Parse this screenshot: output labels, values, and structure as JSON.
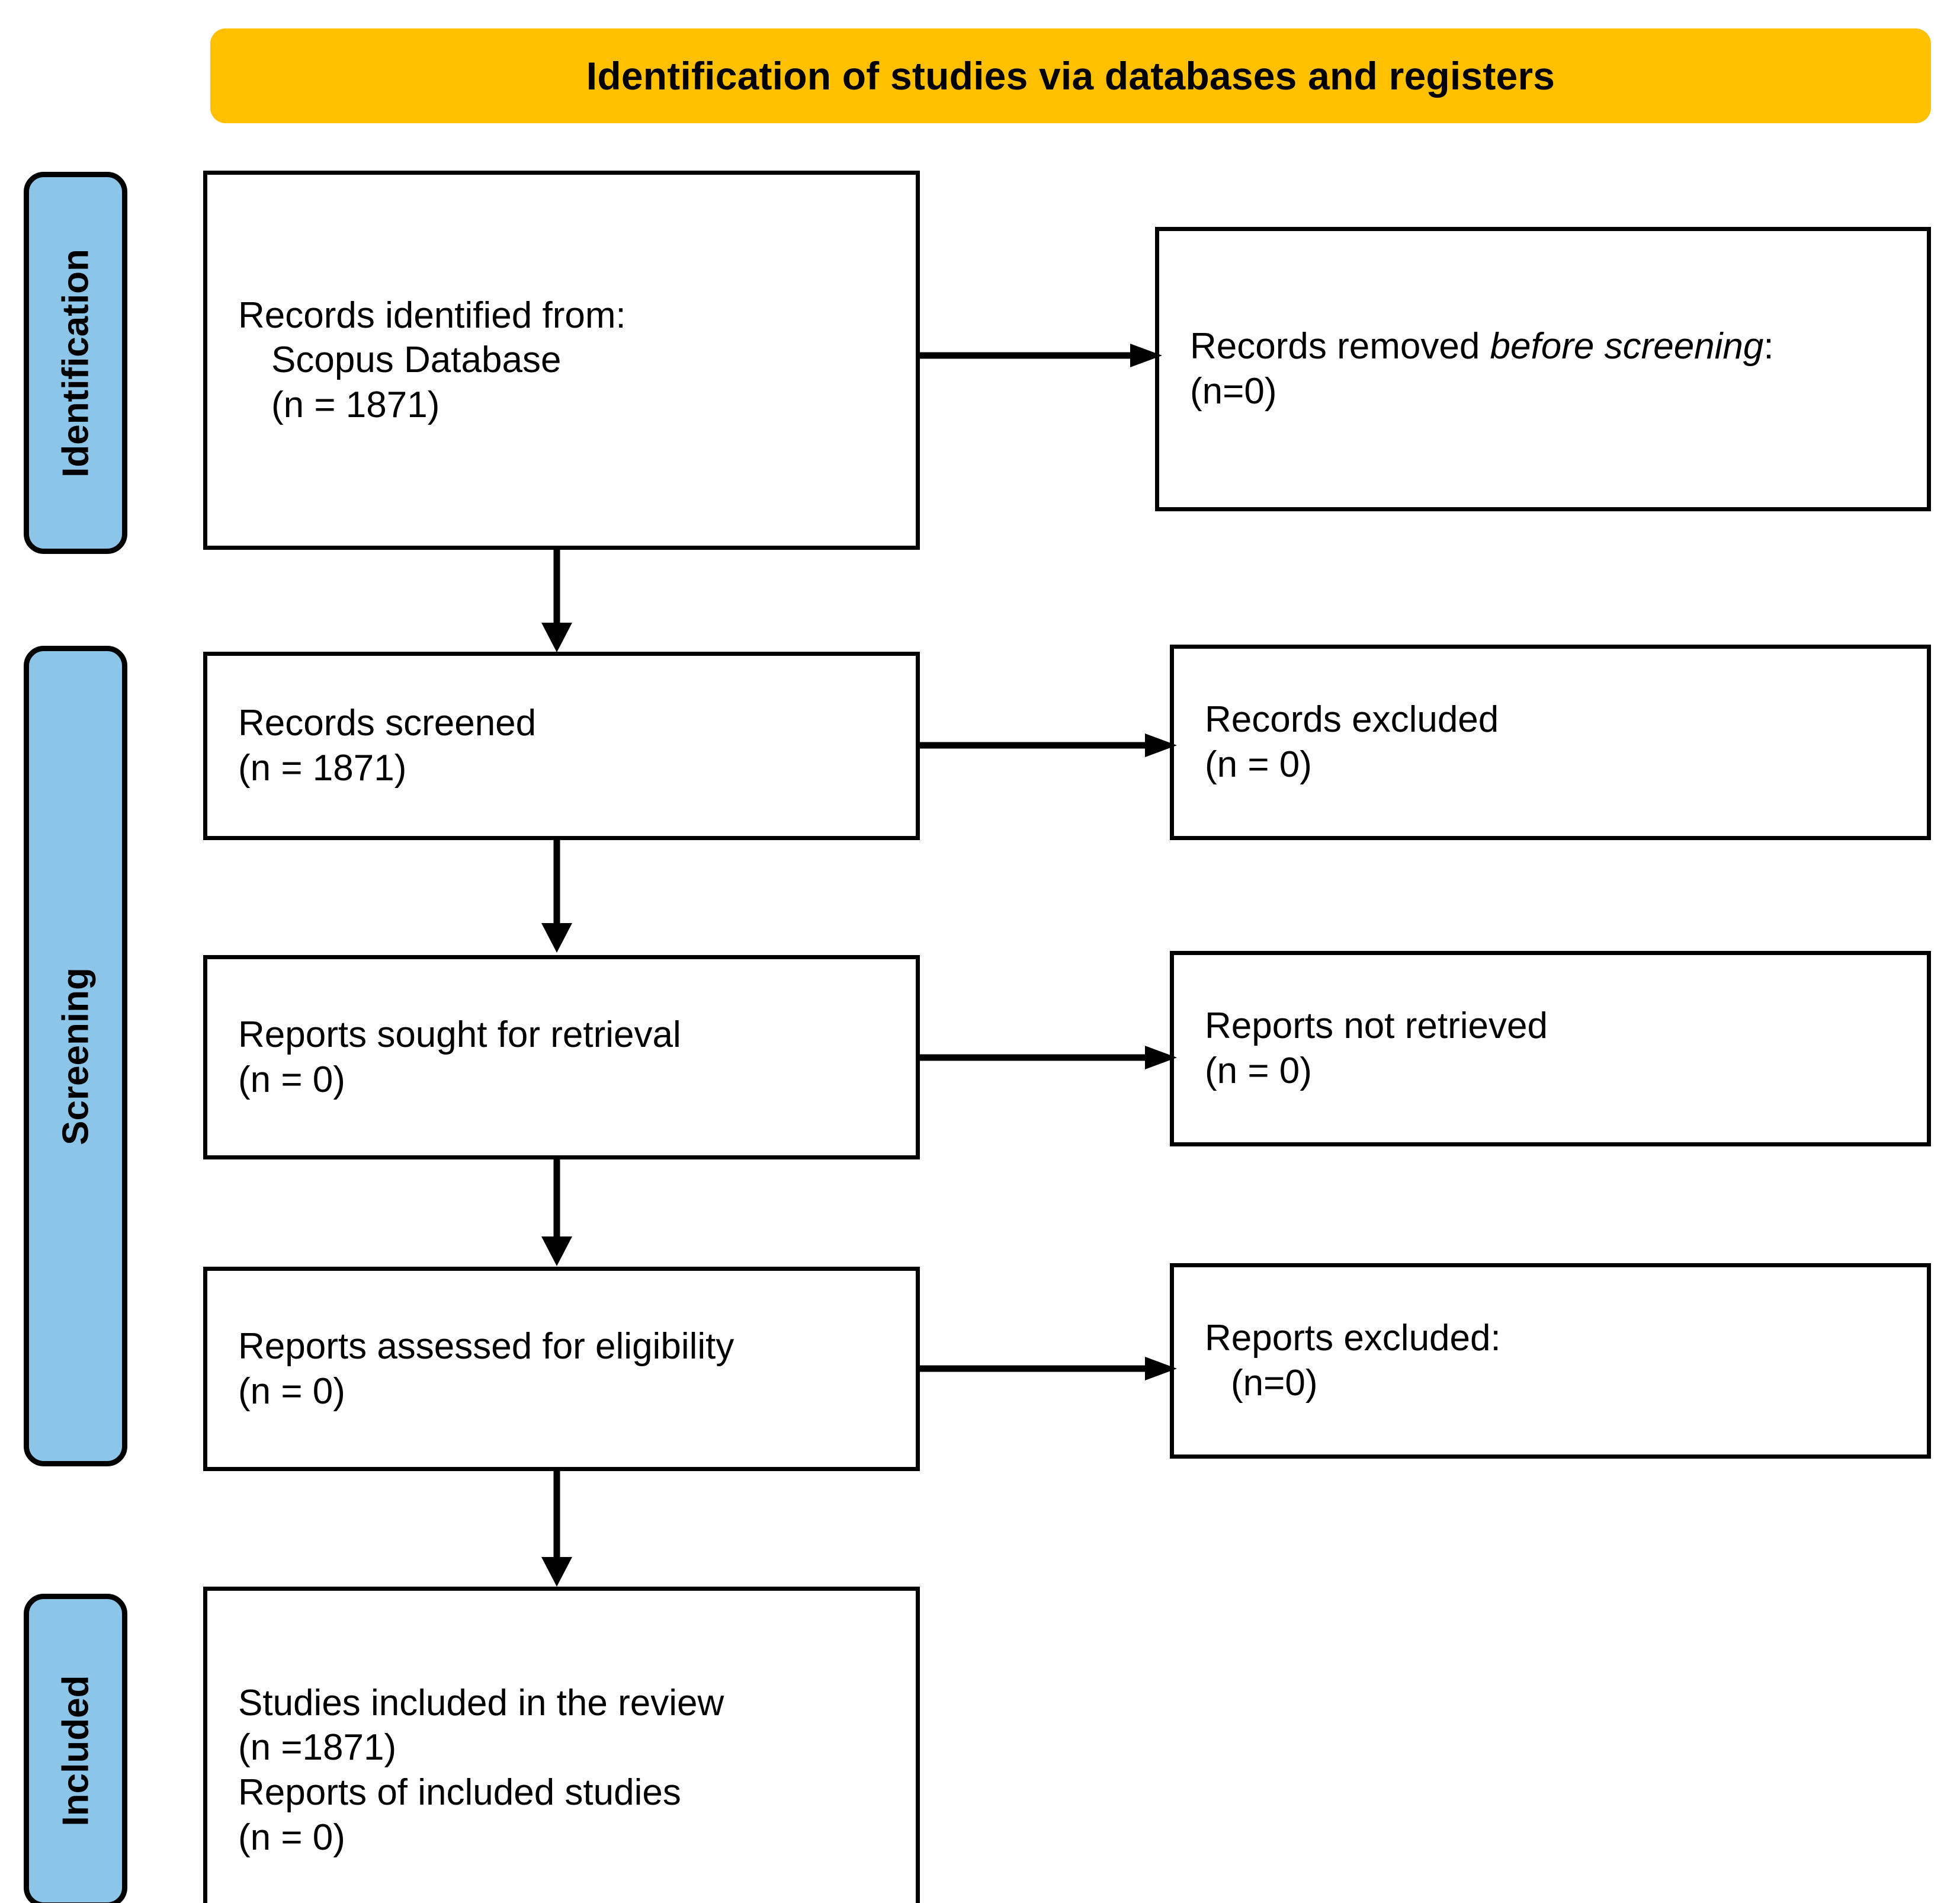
{
  "header": {
    "title": "Identification of studies via databases and registers",
    "background_color": "#FFC000"
  },
  "stages": [
    {
      "label": "Identification"
    },
    {
      "label": "Screening"
    },
    {
      "label": "Included"
    }
  ],
  "stage_color": "#8CC5E8",
  "boxes": {
    "records_identified": {
      "line1": "Records identified from:",
      "line2": "Scopus Database",
      "line3": "(n = 1871)"
    },
    "records_removed": {
      "line1_pre": "Records removed ",
      "line1_italic": "before screening",
      "line1_post": ":",
      "line2": "(n=0)"
    },
    "records_screened": {
      "line1": "Records screened",
      "line2": "(n = 1871)"
    },
    "records_excluded": {
      "line1": "Records excluded",
      "line2": "(n = 0)"
    },
    "reports_sought": {
      "line1": "Reports sought for retrieval",
      "line2": "(n = 0)"
    },
    "reports_not_retrieved": {
      "line1": "Reports not retrieved",
      "line2": "(n = 0)"
    },
    "reports_assessed": {
      "line1": "Reports assessed for eligibility",
      "line2": "(n = 0)"
    },
    "reports_excluded": {
      "line1": "Reports excluded:",
      "line2": "(n=0)"
    },
    "studies_included": {
      "line1": "Studies included in the review",
      "line2": "(n =1871)",
      "line3": "Reports of included studies",
      "line4": "(n = 0)"
    }
  },
  "chart_data": {
    "type": "diagram",
    "title": "Identification of studies via databases and registers",
    "diagram_kind": "PRISMA 2020 flow diagram",
    "stages": [
      "Identification",
      "Screening",
      "Included"
    ],
    "nodes": [
      {
        "id": "records_identified",
        "stage": "Identification",
        "label": "Records identified from: Scopus Database",
        "n": 1871
      },
      {
        "id": "records_removed",
        "stage": "Identification",
        "label": "Records removed before screening",
        "n": 0
      },
      {
        "id": "records_screened",
        "stage": "Screening",
        "label": "Records screened",
        "n": 1871
      },
      {
        "id": "records_excluded",
        "stage": "Screening",
        "label": "Records excluded",
        "n": 0
      },
      {
        "id": "reports_sought",
        "stage": "Screening",
        "label": "Reports sought for retrieval",
        "n": 0
      },
      {
        "id": "reports_not_retrieved",
        "stage": "Screening",
        "label": "Reports not retrieved",
        "n": 0
      },
      {
        "id": "reports_assessed",
        "stage": "Screening",
        "label": "Reports assessed for eligibility",
        "n": 0
      },
      {
        "id": "reports_excluded",
        "stage": "Screening",
        "label": "Reports excluded",
        "n": 0
      },
      {
        "id": "studies_included",
        "stage": "Included",
        "label": "Studies included in the review",
        "n": 1871
      },
      {
        "id": "reports_of_included",
        "stage": "Included",
        "label": "Reports of included studies",
        "n": 0
      }
    ],
    "edges": [
      {
        "from": "records_identified",
        "to": "records_removed",
        "direction": "right"
      },
      {
        "from": "records_identified",
        "to": "records_screened",
        "direction": "down"
      },
      {
        "from": "records_screened",
        "to": "records_excluded",
        "direction": "right"
      },
      {
        "from": "records_screened",
        "to": "reports_sought",
        "direction": "down"
      },
      {
        "from": "reports_sought",
        "to": "reports_not_retrieved",
        "direction": "right"
      },
      {
        "from": "reports_sought",
        "to": "reports_assessed",
        "direction": "down"
      },
      {
        "from": "reports_assessed",
        "to": "reports_excluded",
        "direction": "right"
      },
      {
        "from": "reports_assessed",
        "to": "studies_included",
        "direction": "down"
      }
    ]
  }
}
